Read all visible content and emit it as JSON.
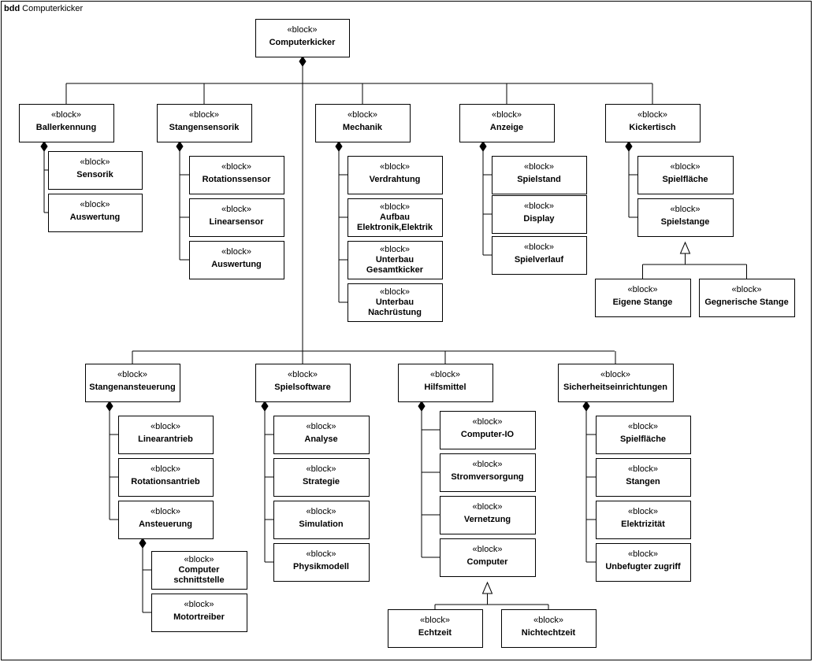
{
  "frame": {
    "kind": "bdd",
    "name": "Computerkicker"
  },
  "stereotype": "«block»",
  "blocks": [
    {
      "id": "root",
      "label": [
        "Computerkicker"
      ]
    },
    {
      "id": "baller",
      "label": [
        "Ballerkennung"
      ]
    },
    {
      "id": "b_sens",
      "label": [
        "Sensorik"
      ]
    },
    {
      "id": "b_ausw",
      "label": [
        "Auswertung"
      ]
    },
    {
      "id": "stsens",
      "label": [
        "Stangensensorik"
      ]
    },
    {
      "id": "s_rot",
      "label": [
        "Rotationssensor"
      ]
    },
    {
      "id": "s_lin",
      "label": [
        "Linearsensor"
      ]
    },
    {
      "id": "s_ausw",
      "label": [
        "Auswertung"
      ]
    },
    {
      "id": "mech",
      "label": [
        "Mechanik"
      ]
    },
    {
      "id": "m_verd",
      "label": [
        "Verdrahtung"
      ]
    },
    {
      "id": "m_aufb",
      "label": [
        "Aufbau",
        "Elektronik,Elektrik"
      ]
    },
    {
      "id": "m_unt1",
      "label": [
        "Unterbau",
        "Gesamtkicker"
      ]
    },
    {
      "id": "m_unt2",
      "label": [
        "Unterbau",
        "Nachrüstung"
      ]
    },
    {
      "id": "anz",
      "label": [
        "Anzeige"
      ]
    },
    {
      "id": "a_stand",
      "label": [
        "Spielstand"
      ]
    },
    {
      "id": "a_disp",
      "label": [
        "Display"
      ]
    },
    {
      "id": "a_verl",
      "label": [
        "Spielverlauf"
      ]
    },
    {
      "id": "kick",
      "label": [
        "Kickertisch"
      ]
    },
    {
      "id": "k_flae",
      "label": [
        "Spielfläche"
      ]
    },
    {
      "id": "k_stan",
      "label": [
        "Spielstange"
      ]
    },
    {
      "id": "k_eig",
      "label": [
        "Eigene Stange"
      ]
    },
    {
      "id": "k_geg",
      "label": [
        "Gegnerische Stange"
      ]
    },
    {
      "id": "stans",
      "label": [
        "Stangenansteuerung"
      ]
    },
    {
      "id": "sa_lin",
      "label": [
        "Linearantrieb"
      ]
    },
    {
      "id": "sa_rot",
      "label": [
        "Rotationsantrieb"
      ]
    },
    {
      "id": "sa_ans",
      "label": [
        "Ansteuerung"
      ]
    },
    {
      "id": "sa_cs",
      "label": [
        "Computer",
        "schnittstelle"
      ]
    },
    {
      "id": "sa_mt",
      "label": [
        "Motortreiber"
      ]
    },
    {
      "id": "soft",
      "label": [
        "Spielsoftware"
      ]
    },
    {
      "id": "sw_an",
      "label": [
        "Analyse"
      ]
    },
    {
      "id": "sw_st",
      "label": [
        "Strategie"
      ]
    },
    {
      "id": "sw_si",
      "label": [
        "Simulation"
      ]
    },
    {
      "id": "sw_ph",
      "label": [
        "Physikmodell"
      ]
    },
    {
      "id": "hilf",
      "label": [
        "Hilfsmittel"
      ]
    },
    {
      "id": "h_cio",
      "label": [
        "Computer-IO"
      ]
    },
    {
      "id": "h_str",
      "label": [
        "Stromversorgung"
      ]
    },
    {
      "id": "h_ver",
      "label": [
        "Vernetzung"
      ]
    },
    {
      "id": "h_com",
      "label": [
        "Computer"
      ]
    },
    {
      "id": "h_echt",
      "label": [
        "Echtzeit"
      ]
    },
    {
      "id": "h_nicht",
      "label": [
        "Nichtechtzeit"
      ]
    },
    {
      "id": "sich",
      "label": [
        "Sicherheitseinrichtungen"
      ]
    },
    {
      "id": "si_flae",
      "label": [
        "Spielfläche"
      ]
    },
    {
      "id": "si_stan",
      "label": [
        "Stangen"
      ]
    },
    {
      "id": "si_elek",
      "label": [
        "Elektrizität"
      ]
    },
    {
      "id": "si_unb",
      "label": [
        "Unbefugter zugriff"
      ]
    }
  ],
  "compositions": [
    {
      "whole": "root",
      "parts": [
        "baller",
        "stsens",
        "mech",
        "anz",
        "kick",
        "stans",
        "soft",
        "hilf",
        "sich"
      ]
    },
    {
      "whole": "baller",
      "parts": [
        "b_sens",
        "b_ausw"
      ]
    },
    {
      "whole": "stsens",
      "parts": [
        "s_rot",
        "s_lin",
        "s_ausw"
      ]
    },
    {
      "whole": "mech",
      "parts": [
        "m_verd",
        "m_aufb",
        "m_unt1",
        "m_unt2"
      ]
    },
    {
      "whole": "anz",
      "parts": [
        "a_stand",
        "a_disp",
        "a_verl"
      ]
    },
    {
      "whole": "kick",
      "parts": [
        "k_flae",
        "k_stan"
      ]
    },
    {
      "whole": "stans",
      "parts": [
        "sa_lin",
        "sa_rot",
        "sa_ans"
      ]
    },
    {
      "whole": "sa_ans",
      "parts": [
        "sa_cs",
        "sa_mt"
      ]
    },
    {
      "whole": "soft",
      "parts": [
        "sw_an",
        "sw_st",
        "sw_si",
        "sw_ph"
      ]
    },
    {
      "whole": "hilf",
      "parts": [
        "h_cio",
        "h_str",
        "h_ver",
        "h_com"
      ]
    },
    {
      "whole": "sich",
      "parts": [
        "si_flae",
        "si_stan",
        "si_elek",
        "si_unb"
      ]
    }
  ],
  "generalizations": [
    {
      "general": "k_stan",
      "specifics": [
        "k_eig",
        "k_geg"
      ]
    },
    {
      "general": "h_com",
      "specifics": [
        "h_echt",
        "h_nicht"
      ]
    }
  ]
}
